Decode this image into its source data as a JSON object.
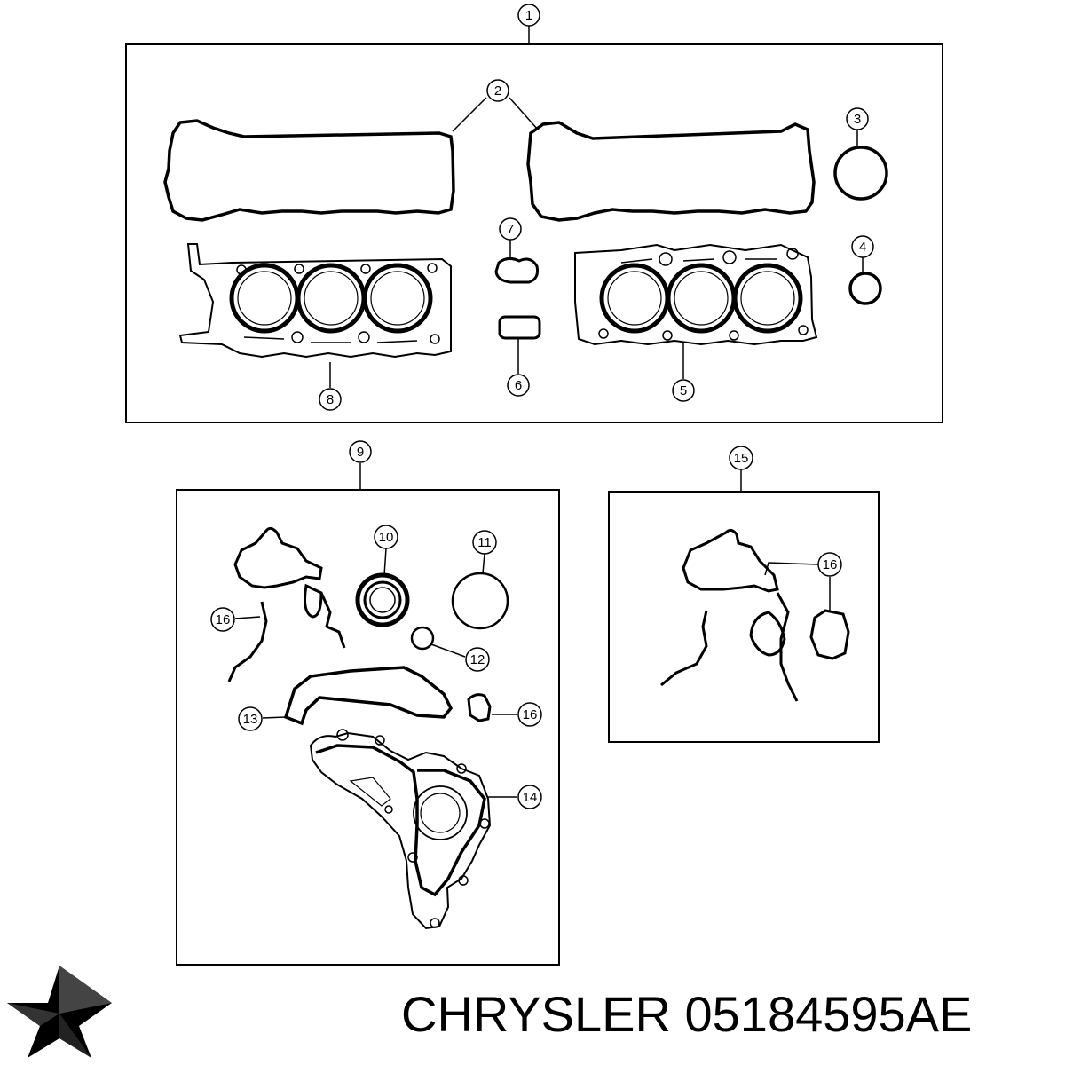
{
  "callouts": {
    "c1": "1",
    "c2": "2",
    "c3": "3",
    "c4": "4",
    "c5": "5",
    "c6": "6",
    "c7": "7",
    "c8": "8",
    "c9": "9",
    "c10": "10",
    "c11": "11",
    "c12": "12",
    "c13": "13",
    "c14": "14",
    "c15": "15",
    "c16a": "16",
    "c16b": "16",
    "c16c": "16"
  },
  "caption": {
    "brand": "CHRYSLER",
    "part_number": "05184595AE"
  },
  "logo": {
    "icon": "chrysler-pentastar-icon",
    "color": "#000000"
  }
}
